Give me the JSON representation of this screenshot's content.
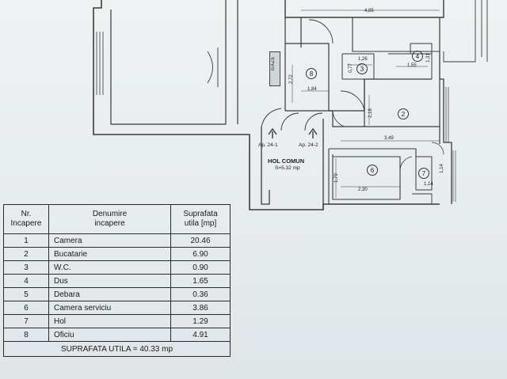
{
  "floorplan": {
    "dimensions": [
      "4,85",
      "2,72",
      "1,84",
      "1,26",
      "0,77",
      "1,55",
      "1,31",
      "2,18",
      "3,49",
      "1,79",
      "2,30",
      "1,14",
      "1,14"
    ],
    "gas_label": "GAZE",
    "hall": {
      "title": "HOL COMUN",
      "area": "S=5.32 mp",
      "apt_left": "Ap. 24-1",
      "apt_right": "Ap. 24-2"
    },
    "room_numbers": [
      "2",
      "3",
      "4",
      "6",
      "7",
      "8"
    ]
  },
  "table": {
    "headers": {
      "nr": [
        "Nr.",
        "Incapere"
      ],
      "name": [
        "Denumire",
        "incapere"
      ],
      "area": [
        "Suprafata",
        "utila [mp]"
      ]
    },
    "rows": [
      {
        "nr": "1",
        "name": "Camera",
        "area": "20.46"
      },
      {
        "nr": "2",
        "name": "Bucatarie",
        "area": "6.90"
      },
      {
        "nr": "3",
        "name": "W.C.",
        "area": "0.90"
      },
      {
        "nr": "4",
        "name": "Dus",
        "area": "1.65"
      },
      {
        "nr": "5",
        "name": "Debara",
        "area": "0.36"
      },
      {
        "nr": "6",
        "name": "Camera serviciu",
        "area": "3.86"
      },
      {
        "nr": "7",
        "name": "Hol",
        "area": "1.29"
      },
      {
        "nr": "8",
        "name": "Oficiu",
        "area": "4.91"
      }
    ],
    "total": "SUPRAFATA UTILA = 40.33 mp"
  }
}
